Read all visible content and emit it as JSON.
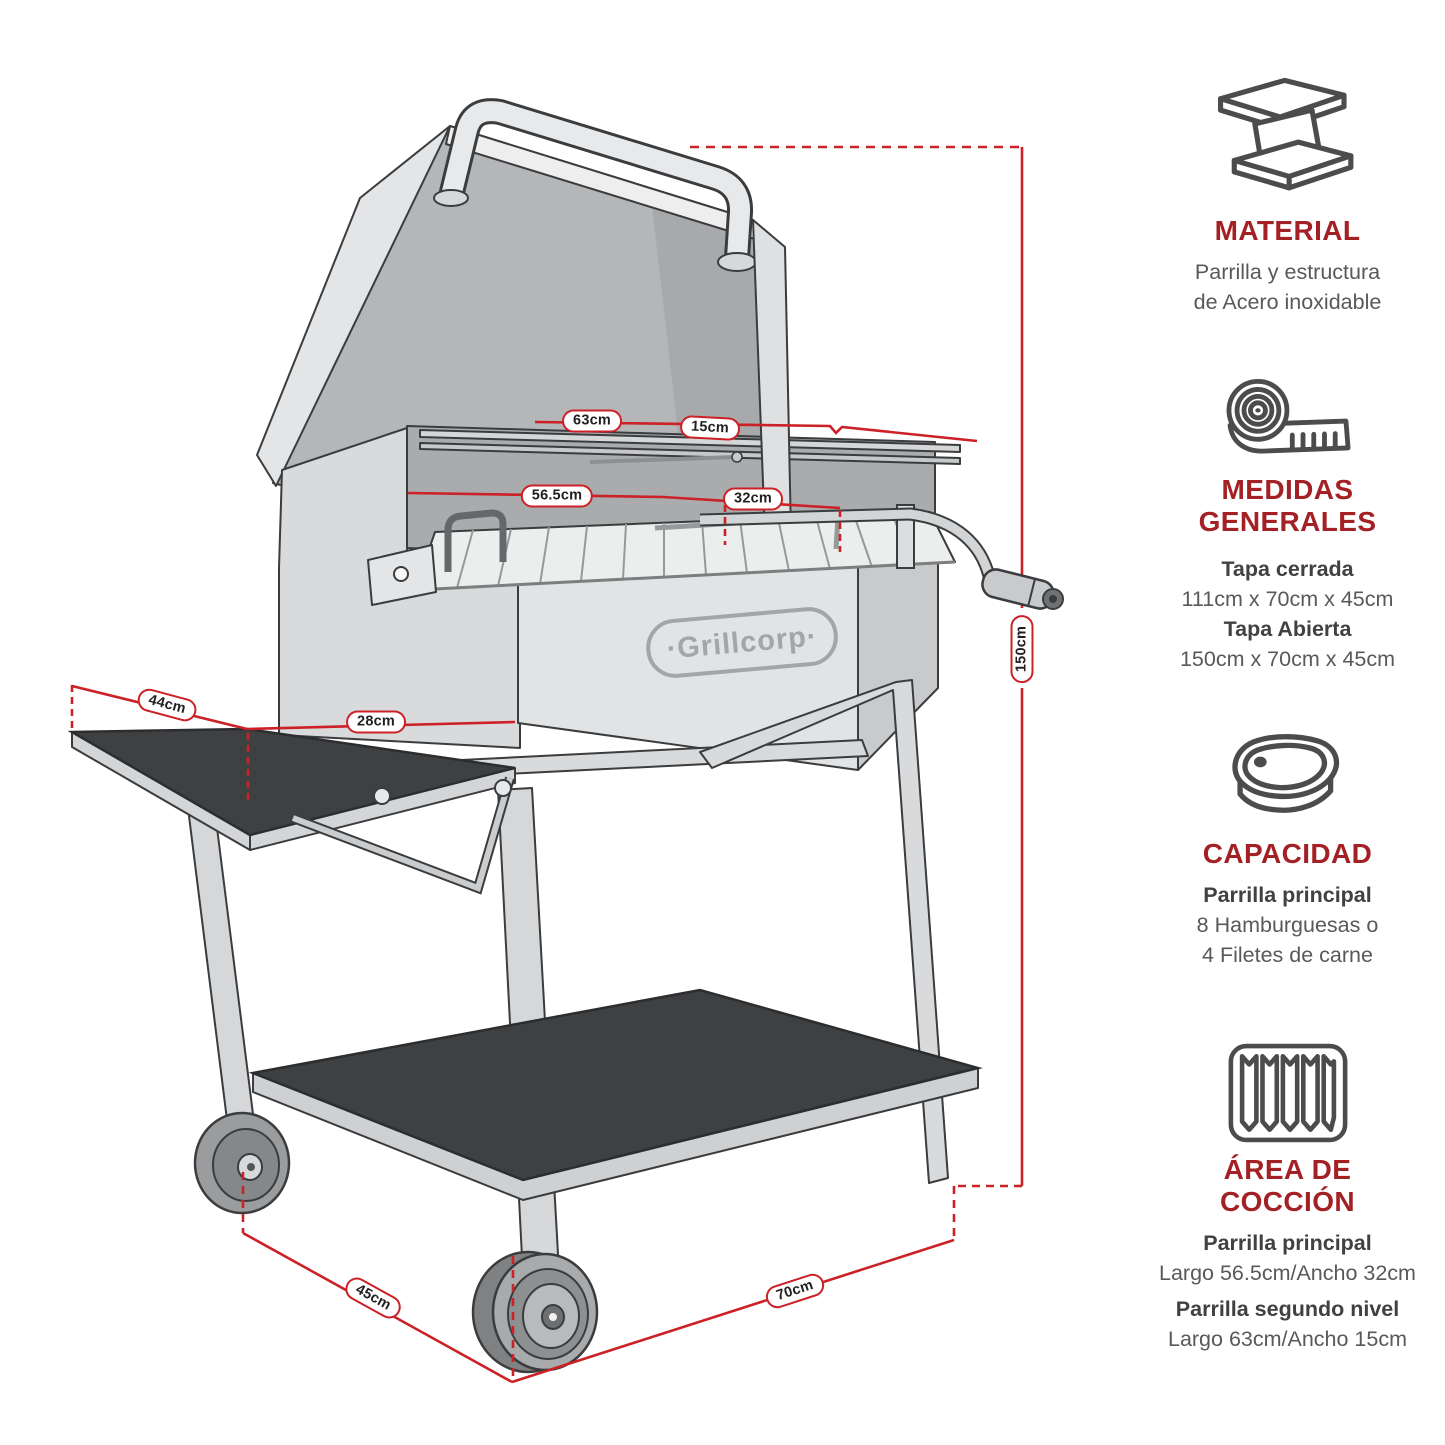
{
  "page": {
    "accent_red": "#a32025",
    "dimension_line_red": "#cb2127",
    "body_text_gray": "#58595b",
    "bold_text_gray": "#414042"
  },
  "illustration": {
    "logo_text": "·Grillcorp·",
    "measurements": {
      "second_level_length": "63cm",
      "second_level_width": "15cm",
      "main_grill_length": "56.5cm",
      "main_grill_width": "32cm",
      "side_table_depth": "44cm",
      "side_table_width": "28cm",
      "total_height": "150cm",
      "base_depth": "45cm",
      "base_width": "70cm"
    }
  },
  "sidebar": {
    "sections": [
      {
        "icon": "steel-beam-icon",
        "title": "MATERIAL",
        "lines": [
          {
            "text": "Parrilla y estructura"
          },
          {
            "text": "de Acero inoxidable"
          }
        ]
      },
      {
        "icon": "measuring-tape-icon",
        "title": "MEDIDAS GENERALES",
        "lines": [
          {
            "text": "Tapa cerrada",
            "bold": true
          },
          {
            "text": "111cm x 70cm x 45cm"
          },
          {
            "text": "Tapa Abierta",
            "bold": true
          },
          {
            "text": "150cm x 70cm x 45cm"
          }
        ]
      },
      {
        "icon": "steak-icon",
        "title": "CAPACIDAD",
        "lines": [
          {
            "text": "Parrilla principal",
            "bold": true
          },
          {
            "text": "8 Hamburguesas o"
          },
          {
            "text": "4 Filetes de carne"
          }
        ]
      },
      {
        "icon": "grill-grate-icon",
        "title": "ÁREA DE COCCIÓN",
        "lines": [
          {
            "text": "Parrilla principal",
            "bold": true
          },
          {
            "text": "Largo 56.5cm/Ancho 32cm"
          },
          {
            "text": "Parrilla segundo nivel",
            "bold": true
          },
          {
            "text": "Largo 63cm/Ancho 15cm"
          }
        ]
      }
    ]
  }
}
